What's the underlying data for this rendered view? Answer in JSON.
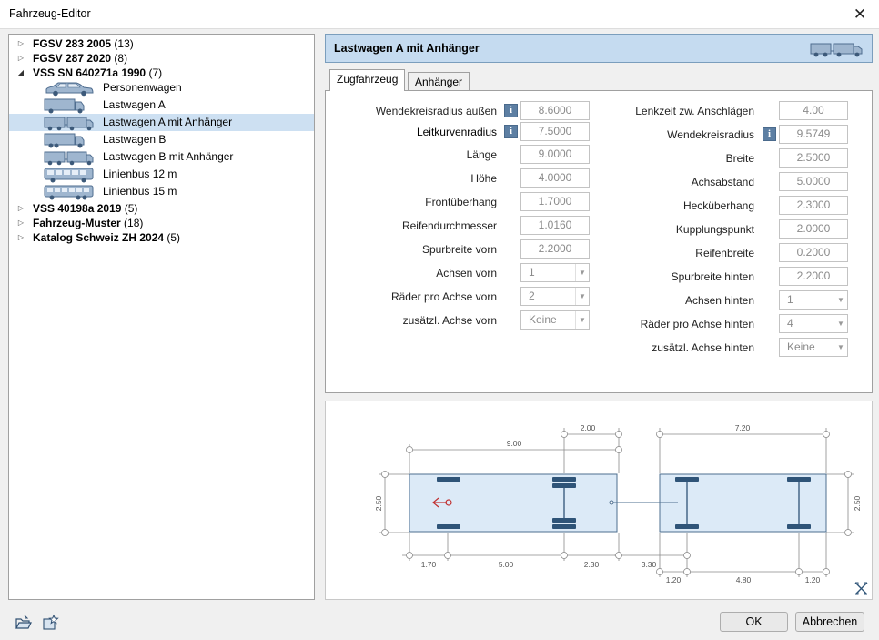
{
  "window": {
    "title": "Fahrzeug-Editor",
    "close": "✕"
  },
  "tree": [
    {
      "name": "FGSV 283 2005",
      "count": "(13)",
      "expanded": false
    },
    {
      "name": "FGSV 287 2020",
      "count": "(8)",
      "expanded": false
    },
    {
      "name": "VSS SN 640271a 1990",
      "count": "(7)",
      "expanded": true,
      "children": [
        "Personenwagen",
        "Lastwagen A",
        "Lastwagen A mit Anhänger",
        "Lastwagen B",
        "Lastwagen B mit Anhänger",
        "Linienbus 12 m",
        "Linienbus 15 m"
      ]
    },
    {
      "name": "VSS 40198a 2019",
      "count": "(5)",
      "expanded": false
    },
    {
      "name": "Fahrzeug-Muster",
      "count": "(18)",
      "expanded": false
    },
    {
      "name": "Katalog Schweiz ZH 2024",
      "count": "(5)",
      "expanded": false
    }
  ],
  "selected": "Lastwagen A mit Anhänger",
  "header": {
    "title": "Lastwagen A mit Anhänger"
  },
  "tabs": [
    "Zugfahrzeug",
    "Anhänger"
  ],
  "left_fields": {
    "wendekreis_aussen": {
      "label": "Wendekreisradius außen",
      "value": "8.6000"
    },
    "leitkurven": {
      "label": "Leitkurvenradius",
      "value": "7.5000"
    },
    "laenge": {
      "label": "Länge",
      "value": "9.0000"
    },
    "hoehe": {
      "label": "Höhe",
      "value": "4.0000"
    },
    "frontueberhang": {
      "label": "Frontüberhang",
      "value": "1.7000"
    },
    "reifendurchmesser": {
      "label": "Reifendurchmesser",
      "value": "1.0160"
    },
    "spurbreite_vorn": {
      "label": "Spurbreite vorn",
      "value": "2.2000"
    },
    "achsen_vorn": {
      "label": "Achsen vorn",
      "value": "1"
    },
    "raeder_vorn": {
      "label": "Räder pro Achse vorn",
      "value": "2"
    },
    "zus_achse_vorn": {
      "label": "zusätzl. Achse vorn",
      "value": "Keine"
    }
  },
  "right_fields": {
    "lenkzeit": {
      "label": "Lenkzeit zw. Anschlägen",
      "value": "4.00"
    },
    "wendekreis": {
      "label": "Wendekreisradius",
      "value": "9.5749"
    },
    "breite": {
      "label": "Breite",
      "value": "2.5000"
    },
    "achsabstand": {
      "label": "Achsabstand",
      "value": "5.0000"
    },
    "heckueberhang": {
      "label": "Hecküberhang",
      "value": "2.3000"
    },
    "kupplungspunkt": {
      "label": "Kupplungspunkt",
      "value": "2.0000"
    },
    "reifenbreite": {
      "label": "Reifenbreite",
      "value": "0.2000"
    },
    "spurbreite_hinten": {
      "label": "Spurbreite hinten",
      "value": "2.2000"
    },
    "achsen_hinten": {
      "label": "Achsen hinten",
      "value": "1"
    },
    "raeder_hinten": {
      "label": "Räder pro Achse hinten",
      "value": "4"
    },
    "zus_achse_hinten": {
      "label": "zusätzl. Achse hinten",
      "value": "Keine"
    }
  },
  "info_icon": "i",
  "drawing": {
    "dims": {
      "length": "9.00",
      "coupling": "2.00",
      "trailer_length": "7.20",
      "width_left": "2.50",
      "width_right": "2.50",
      "front_overhang": "1.70",
      "wheelbase": "5.00",
      "rear_overhang": "2.30",
      "gap": "3.30",
      "trailer_front": "1.20",
      "trailer_wheelbase": "4.80",
      "trailer_rear": "1.20"
    }
  },
  "buttons": {
    "ok": "OK",
    "cancel": "Abbrechen"
  }
}
